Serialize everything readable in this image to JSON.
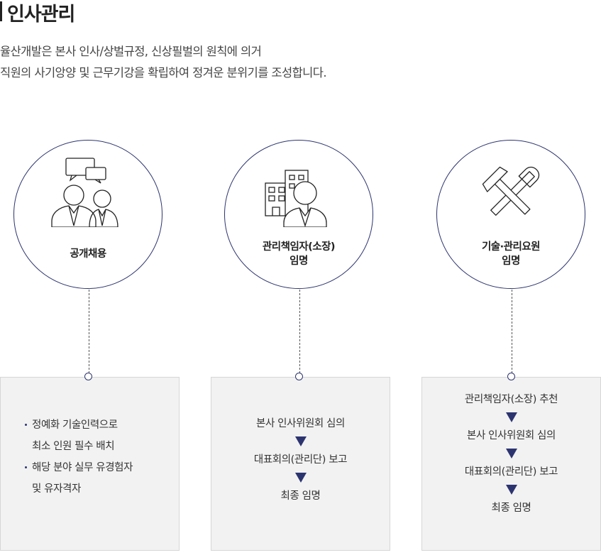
{
  "title": "인사관리",
  "intro": [
    "율산개발은 본사 인사/상벌규정, 신상필벌의 원칙에 의거",
    "직원의 사기앙양 및 근무기강을 확립하여 정겨운 분위기를 조성합니다."
  ],
  "cards": [
    {
      "icon": "recruitment-icon",
      "label_lines": [
        "공개채용"
      ],
      "bullets": [
        [
          "정예화 기술인력으로",
          "최소 인원 필수 배치"
        ],
        [
          "해당 분야 실무 유경험자",
          "및 유자격자"
        ]
      ]
    },
    {
      "icon": "office-manager-icon",
      "label_lines": [
        "관리책임자(소장)",
        "임명"
      ],
      "steps": [
        "본사 인사위원회 심의",
        "대표회의(관리단) 보고",
        "최종 임명"
      ]
    },
    {
      "icon": "tools-icon",
      "label_lines": [
        "기술·관리요원",
        "임명"
      ],
      "steps": [
        "관리책임자(소장) 추천",
        "본사 인사위원회 심의",
        "대표회의(관리단) 보고",
        "최종 임명"
      ]
    }
  ],
  "colors": {
    "accent": "#2c3470",
    "box_bg": "#f2f2f2"
  }
}
